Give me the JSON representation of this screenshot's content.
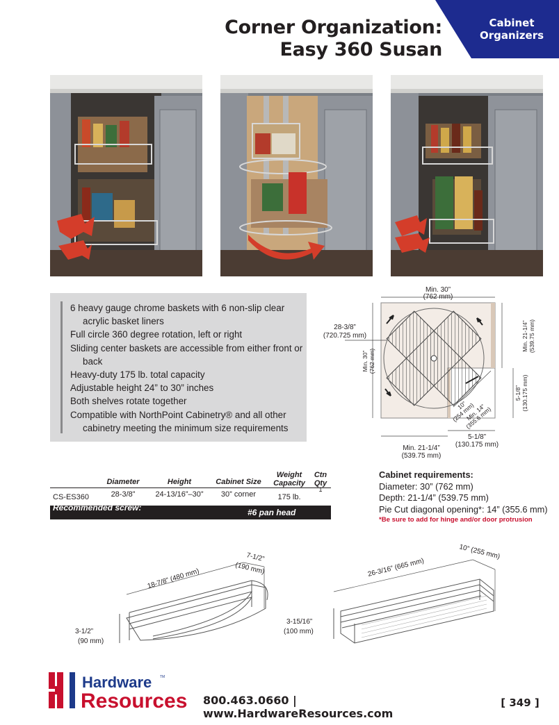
{
  "header": {
    "title_line1": "Corner Organization:",
    "title_line2": "Easy 360 Susan",
    "tab_line1": "Cabinet",
    "tab_line2": "Organizers",
    "tab_color": "#1d2b8f"
  },
  "photos": [
    {
      "icon": "cabinet-photo-rotating-left"
    },
    {
      "icon": "cabinet-photo-rotating-front"
    },
    {
      "icon": "cabinet-photo-rotating-right"
    }
  ],
  "features": [
    "6 heavy gauge chrome baskets with 6 non-slip clear acrylic basket liners",
    "Full circle 360 degree rotation, left or right",
    "Sliding center baskets are accessible from either front or back",
    "Heavy-duty 175 lb. total capacity",
    "Adjustable height 24” to 30” inches",
    "Both shelves rotate together",
    "Compatible with NorthPoint Cabinetry® and all other cabinetry meeting the minimum size requirements"
  ],
  "spec_table": {
    "headers": {
      "diameter": "Diameter",
      "height": "Height",
      "cabinet_size": "Cabinet Size",
      "weight_1": "Weight",
      "weight_2": "Capacity",
      "ctn_1": "Ctn",
      "ctn_2": "Qty"
    },
    "row": {
      "sku": "CS-ES360",
      "diameter": "28-3/8”",
      "height": "24-13/16”–30”",
      "cabinet_size": "30” corner",
      "weight": "175 lb.",
      "ctn": "1"
    },
    "screw_label": "Recommended screw:",
    "screw_value": "#6 pan head"
  },
  "requirements": {
    "title": "Cabinet requirements:",
    "lines": [
      "Diameter: 30” (762 mm)",
      "Depth: 21-1/4” (539.75 mm)",
      "Pie Cut diagonal opening*: 14” (355.6 mm)"
    ],
    "note": "*Be sure to add for hinge and/or door protrusion",
    "note_color": "#c8102e"
  },
  "diagram": {
    "min30_top_1": "Min. 30”",
    "min30_top_2": "(762 mm)",
    "d2838_1": "28-3/8”",
    "d2838_2": "(720.725 mm)",
    "min30_left_1": "Min. 30”",
    "min30_left_2": "(762 mm)",
    "min2114_right_1": "Min. 21-1/4”",
    "min2114_right_2": "(539.75 mm)",
    "d518_right_1": "5-1/8”",
    "d518_right_2": "(130.175 mm)",
    "d10_1": "10”",
    "d10_2": "(254 mm)",
    "min14_1": "Min. 14”",
    "min14_2": "(355.6 mm)",
    "d518_bottom_1": "5-1/8”",
    "d518_bottom_2": "(130.175 mm)",
    "min2114_bottom_1": "Min. 21-1/4”",
    "min2114_bottom_2": "(539.75 mm)"
  },
  "baskets": {
    "left_depth": "7-1/2”",
    "left_depth_mm": "(190 mm)",
    "left_length": "18-7/8” (480 mm)",
    "left_height": "3-1/2”",
    "left_height_mm": "(90 mm)",
    "right_depth": "10” (255 mm)",
    "right_length": "26-3/16” (665 mm)",
    "right_height": "3-15/16”",
    "right_height_mm": "(100 mm)"
  },
  "footer": {
    "logo_line1": "Hardware",
    "logo_tm": "TM",
    "logo_line2": "Resources",
    "logo_red": "#c8102e",
    "logo_blue": "#1d3a8a",
    "contact": "800.463.0660 | www.HardwareResources.com",
    "page_number": "[ 349 ]"
  }
}
